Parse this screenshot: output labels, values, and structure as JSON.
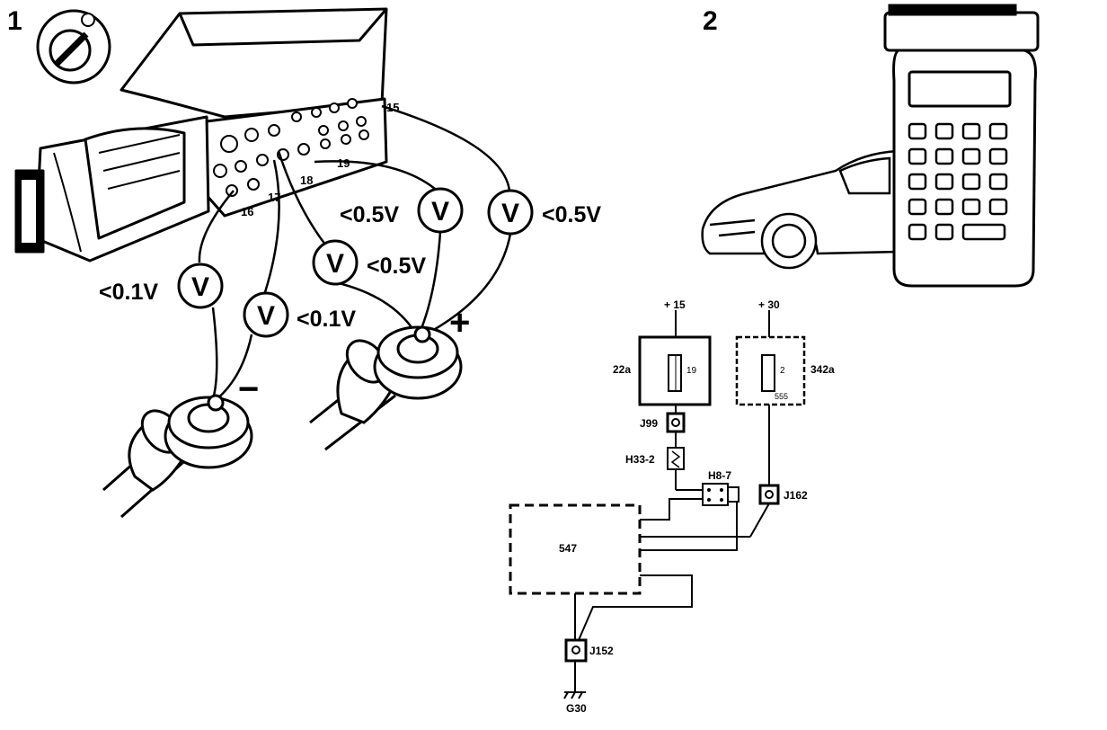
{
  "panels": {
    "panel_1": "1",
    "panel_2": "2"
  },
  "connector_pins": {
    "p15": "15",
    "p16": "16",
    "p17": "17",
    "p18": "18",
    "p19": "19"
  },
  "voltmeter": {
    "symbol": "V",
    "readings": {
      "m1": "<0.1V",
      "m2": "<0.1V",
      "m3": "<0.5V",
      "m4": "<0.5V",
      "m5": "<0.5V"
    }
  },
  "polarity": {
    "negative": "−",
    "positive": "+"
  },
  "schematic": {
    "supply_15": "+ 15",
    "supply_30": "+ 30",
    "box_22a": "22a",
    "fuse_19": "19",
    "box_342a": "342a",
    "fuse_2": "2",
    "box_342a_pin": "555",
    "j99": "J99",
    "h33": "H33-2",
    "h8": "H8-7",
    "j162": "J162",
    "ecu": "547",
    "j152": "J152",
    "ground": "G30"
  }
}
